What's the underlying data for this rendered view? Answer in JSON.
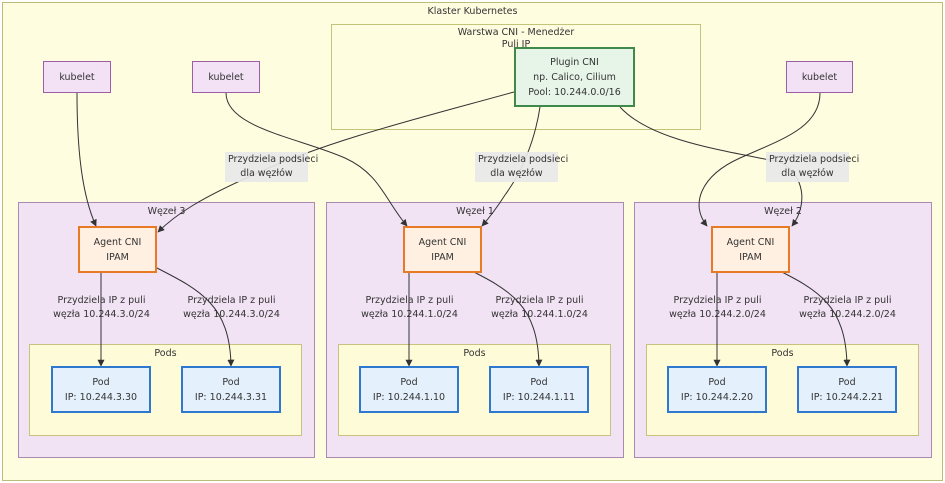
{
  "cluster": {
    "title": "Klaster Kubernetes"
  },
  "cni_layer": {
    "title_line1": "Warstwa CNI - Menedżer",
    "title_line2": "Puli IP"
  },
  "plugin": {
    "line1": "Plugin CNI",
    "line2": "np. Calico, Cilium",
    "line3": "Pool: 10.244.0.0/16"
  },
  "kubelet_label": "kubelet",
  "agent": {
    "line1": "Agent CNI",
    "line2": "IPAM"
  },
  "pods_title": "Pods",
  "pod_label": "Pod",
  "subnet_edge": {
    "line1": "Przydziela podsieci",
    "line2": "dla węzłów"
  },
  "nodes": [
    {
      "title": "Węzeł 3",
      "assign_line1": "Przydziela IP z puli",
      "assign_line2": "węzła 10.244.3.0/24",
      "pod_a_ip": "IP: 10.244.3.30",
      "pod_b_ip": "IP: 10.244.3.31"
    },
    {
      "title": "Węzeł 1",
      "assign_line1": "Przydziela IP z puli",
      "assign_line2": "węzła 10.244.1.0/24",
      "pod_a_ip": "IP: 10.244.1.10",
      "pod_b_ip": "IP: 10.244.1.11"
    },
    {
      "title": "Węzeł 2",
      "assign_line1": "Przydziela IP z puli",
      "assign_line2": "węzła 10.244.2.0/24",
      "pod_a_ip": "IP: 10.244.2.20",
      "pod_b_ip": "IP: 10.244.2.21"
    }
  ],
  "colors": {
    "cluster_bg": "#fffde0",
    "node_bg": "#f1e2f4",
    "kubelet_border": "#9a5fa6",
    "plugin_border": "#3f8a4a",
    "agent_border": "#e87a26",
    "pod_border": "#2e78cf",
    "edge": "#333333"
  }
}
